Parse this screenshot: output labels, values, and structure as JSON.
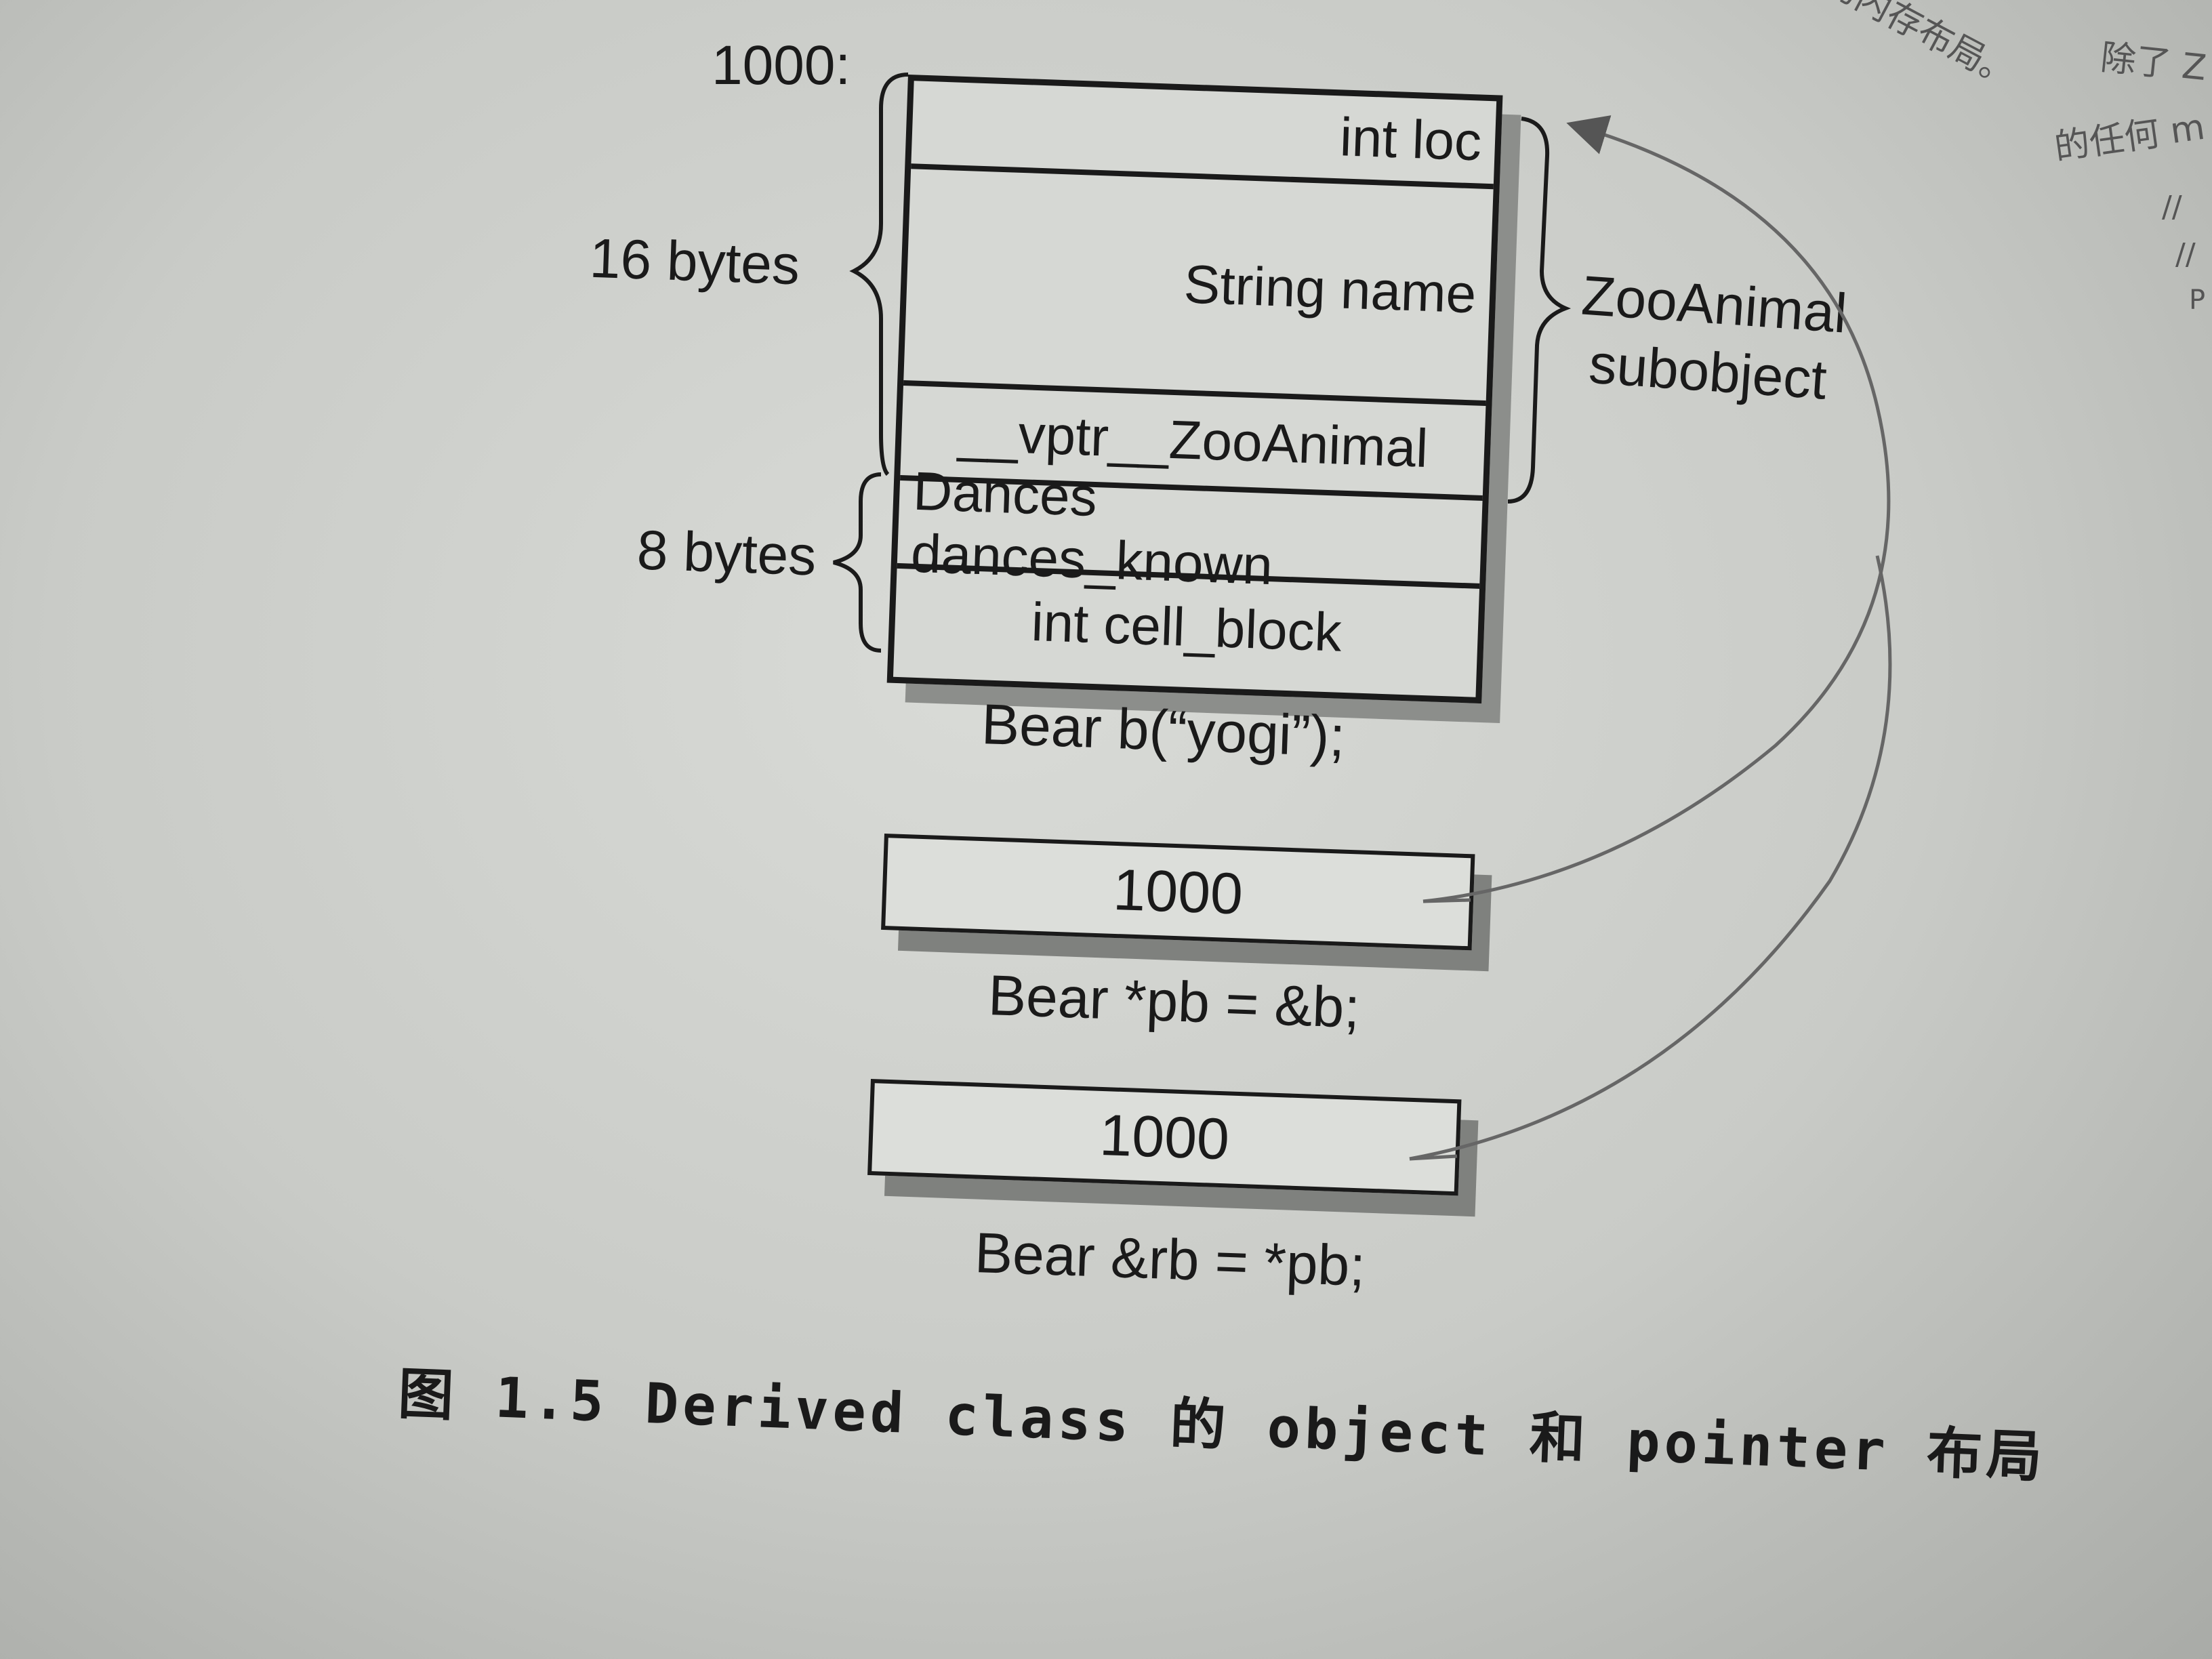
{
  "address_label": "1000:",
  "size_labels": {
    "upper": "16 bytes",
    "lower": "8 bytes"
  },
  "object_fields": [
    "int loc",
    "String name",
    "__vptr__ZooAnimal",
    "Dances dances_known",
    "int cell_block"
  ],
  "subobject_label": {
    "line1": "ZooAnimal",
    "line2": "subobject"
  },
  "object_code": "Bear b(“yogi”);",
  "pointer_box": {
    "value": "1000",
    "code": "Bear *pb = &b;"
  },
  "reference_box": {
    "value": "1000",
    "code": "Bear &rb = *pb;"
  },
  "caption": "图 1.5   Derived class 的 object 和 pointer 布局",
  "margin_text": {
    "top_right_1": "的内存布局。",
    "top_right_2": "除了 Z",
    "top_right_3": "的任何 m",
    "marks": [
      "//",
      "//",
      "P"
    ]
  }
}
